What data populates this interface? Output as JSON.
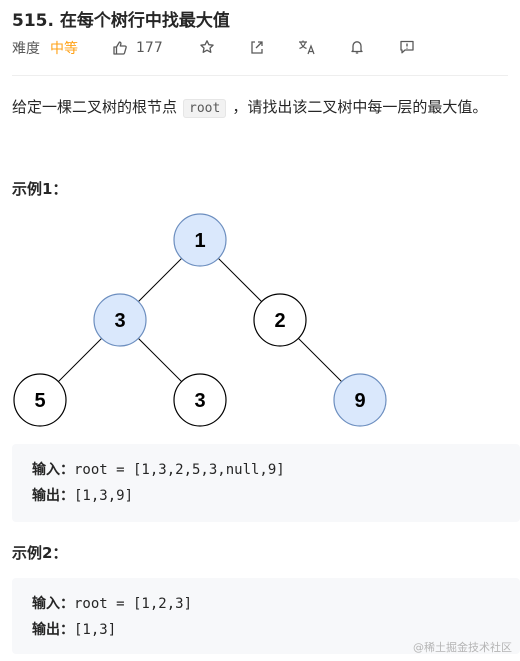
{
  "problem": {
    "title": "515. 在每个树行中找最大值",
    "difficulty_label": "难度",
    "difficulty": "中等",
    "likes": "177",
    "description_before": "给定一棵二叉树的根节点",
    "description_code": "root",
    "description_after": "，请找出该二叉树中每一层的最大值。"
  },
  "example1": {
    "title": "示例1：",
    "input_label": "输入：",
    "input_value": "root = [1,3,2,5,3,null,9]",
    "output_label": "输出：",
    "output_value": "[1,3,9]",
    "tree": {
      "nodes": [
        {
          "label": "1",
          "highlight": true
        },
        {
          "label": "3",
          "highlight": true
        },
        {
          "label": "2",
          "highlight": false
        },
        {
          "label": "5",
          "highlight": false
        },
        {
          "label": "3",
          "highlight": false
        },
        {
          "label": "9",
          "highlight": true
        }
      ]
    }
  },
  "example2": {
    "title": "示例2：",
    "input_label": "输入：",
    "input_value": "root = [1,2,3]",
    "output_label": "输出：",
    "output_value": "[1,3]"
  },
  "watermark": "@稀土掘金技术社区",
  "colors": {
    "difficulty_medium": "#ffa116",
    "node_highlight_fill": "#dae8fc",
    "node_highlight_stroke": "#6c8ebf",
    "node_default_fill": "#ffffff",
    "node_default_stroke": "#000000"
  }
}
